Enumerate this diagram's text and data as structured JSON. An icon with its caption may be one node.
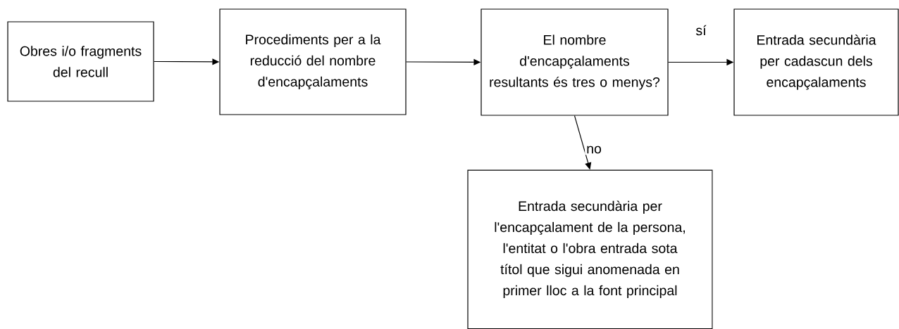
{
  "diagram": {
    "nodes": [
      {
        "text": [
          "Obres i/o fragments del recull"
        ]
      },
      {
        "text": [
          "Procediments per a la reducció del nombre d'encapçalaments"
        ]
      },
      {
        "text": [
          "El nombre d'encapçalaments resultants és tres o menys?"
        ]
      },
      {
        "text": [
          "Entrada secundària per cadascun dels encapçalaments"
        ]
      },
      {
        "text": [
          "Entrada secundària per l'encapçalament de la persona, l'entitat o l'obra entrada sota títol que sigui anomenada en primer lloc a la font principal"
        ]
      }
    ],
    "edges": [
      {
        "from": 0,
        "to": 1,
        "arrow": "to"
      },
      {
        "from": 1,
        "to": 2,
        "arrow": "to"
      },
      {
        "from": 2,
        "to": 3,
        "arrow": "to",
        "label": "sí"
      },
      {
        "from": 2,
        "to": 4,
        "arrow": "to",
        "label": "no"
      }
    ]
  }
}
